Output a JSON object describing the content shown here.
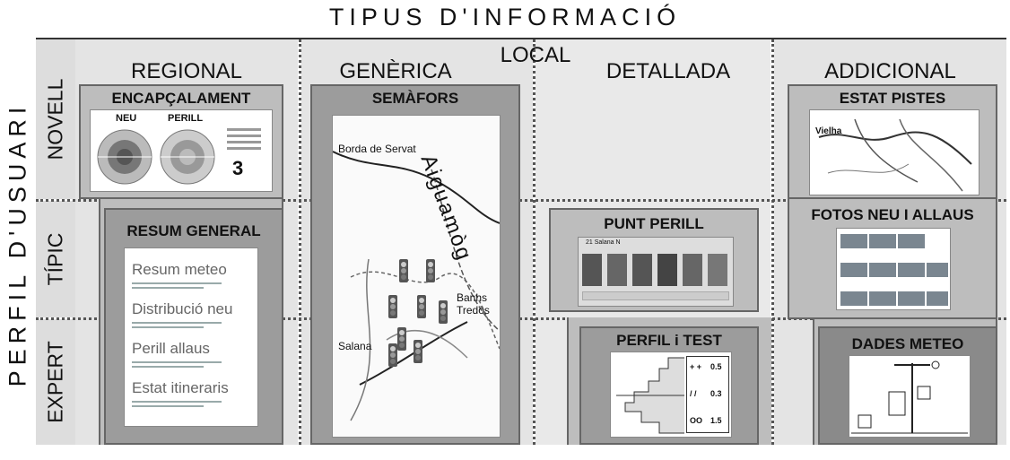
{
  "diagram": {
    "title": "TIPUS D'INFORMACIÓ",
    "side_title": "PERFIL D'USUARI",
    "columns": {
      "regional": "REGIONAL",
      "generica": "GENÈRICA",
      "local": "LOCAL",
      "detallada": "DETALLADA",
      "addicional": "ADDICIONAL"
    },
    "rows": {
      "novell": "NOVELL",
      "tipic": "TÍPIC",
      "expert": "EXPERT"
    },
    "panels": {
      "encapcalament": {
        "title": "ENCAPÇALAMENT",
        "neu": "NEU",
        "perill": "PERILL",
        "level": "3"
      },
      "resum_general": {
        "title": "RESUM GENERAL",
        "items": [
          "Resum meteo",
          "Distribució neu",
          "Perill allaus",
          "Estat itineraris"
        ]
      },
      "semafors": {
        "title": "SEMÀFORS",
        "place_borda": "Borda de Servat",
        "place_aiguamog": "Aiguamòg",
        "place_banhs": "Banhs\nTredòs",
        "place_salana": "Salana"
      },
      "punt_perill": {
        "title": "PUNT PERILL",
        "header": "21 Salana N"
      },
      "perfil_test": {
        "title": "PERFIL i TEST",
        "rows": [
          {
            "sym": "+ +",
            "val": "0.5"
          },
          {
            "sym": "/ /",
            "val": "0.3"
          },
          {
            "sym": "OO",
            "val": "1.5"
          }
        ]
      },
      "estat_pistes": {
        "title": "ESTAT PISTES",
        "town": "Vielha"
      },
      "fotos": {
        "title": "FOTOS NEU I ALLAUS"
      },
      "dades_meteo": {
        "title": "DADES METEO"
      }
    }
  }
}
